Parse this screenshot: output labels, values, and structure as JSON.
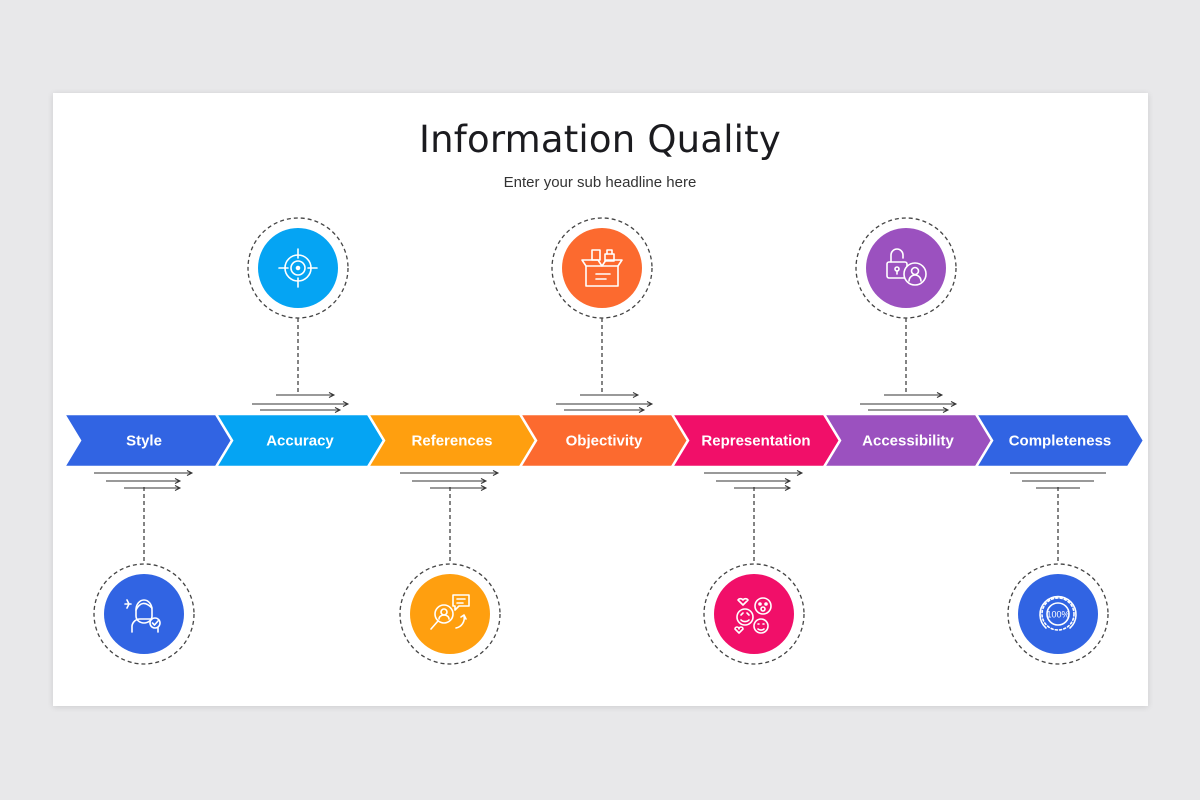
{
  "title": "Information Quality",
  "subtitle": "Enter your sub headline here",
  "steps": [
    {
      "label": "Style",
      "color": "#3164e3",
      "icon": "person-check-icon",
      "position": "bottom"
    },
    {
      "label": "Accuracy",
      "color": "#05a4f3",
      "icon": "crosshair-target-icon",
      "position": "top"
    },
    {
      "label": "References",
      "color": "#ff9f0f",
      "icon": "magnifier-chat-icon",
      "position": "bottom"
    },
    {
      "label": "Objectivity",
      "color": "#fc6a2f",
      "icon": "open-box-icon",
      "position": "top"
    },
    {
      "label": "Representation",
      "color": "#f10f69",
      "icon": "emoji-faces-icon",
      "position": "bottom"
    },
    {
      "label": "Accessibility",
      "color": "#9b51bf",
      "icon": "unlock-user-icon",
      "position": "top"
    },
    {
      "label": "Completeness",
      "color": "#3164e3",
      "icon": "percent-100-icon",
      "position": "bottom"
    }
  ],
  "icon_text": {
    "completeness": "100%"
  }
}
